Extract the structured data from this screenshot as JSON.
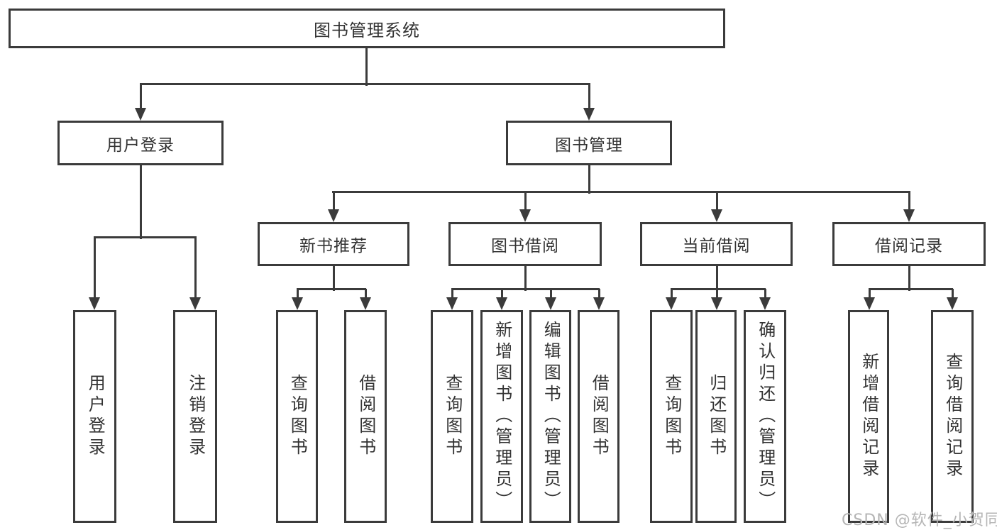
{
  "diagram": {
    "root_label": "图书管理系统",
    "level2": {
      "user_login": "用户登录",
      "book_mgmt": "图书管理"
    },
    "level3": {
      "new_book_recommend": "新书推荐",
      "book_borrow": "图书借阅",
      "current_borrow": "当前借阅",
      "borrow_records": "借阅记录"
    },
    "leaves": {
      "user_login_leaf": "用户登录",
      "logout": "注销登录",
      "rec_query": "查询图书",
      "rec_borrow": "借阅图书",
      "bor_query": "查询图书",
      "bor_add": "新增图书（管理员）",
      "bor_edit": "编辑图书（管理员）",
      "bor_borrow": "借阅图书",
      "cur_query": "查询图书",
      "cur_return": "归还图书",
      "cur_confirm": "确认归还（管理员）",
      "log_add_record": "新增借阅记录",
      "log_query_record": "查询借阅记录"
    }
  },
  "colors": {
    "line": "#3b3b3b",
    "text": "#333333",
    "background": "#ffffff",
    "watermark": "#b5b5b5"
  },
  "watermark": "CSDN @软件_小贺同学"
}
